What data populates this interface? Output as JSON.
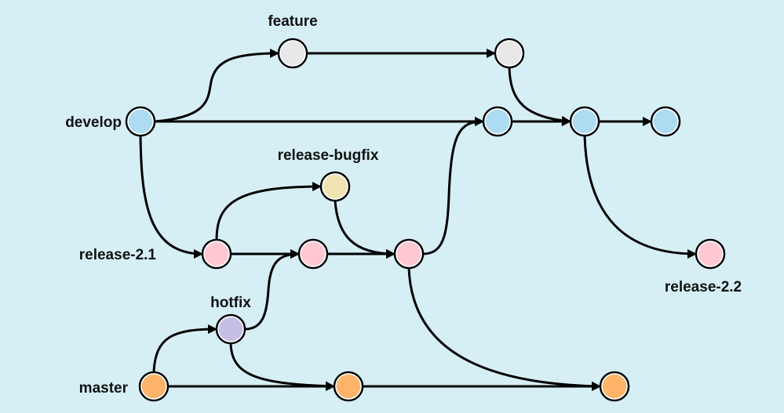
{
  "title": "Git branching model",
  "colors": {
    "background": "#d6eff5",
    "develop": "#addcf2",
    "feature": "#e8e8e8",
    "release": "#ffc8d2",
    "release_bugfix": "#f0e2b2",
    "hotfix": "#c6bfe4",
    "master": "#ffb469"
  },
  "labels": [
    {
      "id": "lbl-develop",
      "text": "develop"
    },
    {
      "id": "lbl-feature",
      "text": "feature"
    },
    {
      "id": "lbl-release-bugfix",
      "text": "release-bugfix"
    },
    {
      "id": "lbl-release-2-1",
      "text": "release-2.1"
    },
    {
      "id": "lbl-release-2-2",
      "text": "release-2.2"
    },
    {
      "id": "lbl-hotfix",
      "text": "hotfix"
    },
    {
      "id": "lbl-master",
      "text": "master"
    }
  ],
  "branches": [
    "develop",
    "feature",
    "release-bugfix",
    "release-2.1",
    "release-2.2",
    "hotfix",
    "master"
  ],
  "commits": [
    {
      "id": "d1",
      "branch": "develop"
    },
    {
      "id": "d2",
      "branch": "develop"
    },
    {
      "id": "d3",
      "branch": "develop"
    },
    {
      "id": "d4",
      "branch": "develop"
    },
    {
      "id": "f1",
      "branch": "feature"
    },
    {
      "id": "f2",
      "branch": "feature"
    },
    {
      "id": "rb1",
      "branch": "release-bugfix"
    },
    {
      "id": "r1",
      "branch": "release-2.1"
    },
    {
      "id": "r2",
      "branch": "release-2.1"
    },
    {
      "id": "r3",
      "branch": "release-2.1"
    },
    {
      "id": "r22",
      "branch": "release-2.2"
    },
    {
      "id": "h1",
      "branch": "hotfix"
    },
    {
      "id": "m1",
      "branch": "master"
    },
    {
      "id": "m2",
      "branch": "master"
    },
    {
      "id": "m3",
      "branch": "master"
    }
  ],
  "edges": [
    {
      "from": "d1",
      "to": "f1"
    },
    {
      "from": "f1",
      "to": "f2"
    },
    {
      "from": "f2",
      "to": "d3"
    },
    {
      "from": "d1",
      "to": "d2"
    },
    {
      "from": "d2",
      "to": "d3"
    },
    {
      "from": "d3",
      "to": "d4"
    },
    {
      "from": "d3",
      "to": "r22"
    },
    {
      "from": "d1",
      "to": "r1"
    },
    {
      "from": "r1",
      "to": "rb1"
    },
    {
      "from": "rb1",
      "to": "r3"
    },
    {
      "from": "r1",
      "to": "r2"
    },
    {
      "from": "r2",
      "to": "r3"
    },
    {
      "from": "r3",
      "to": "d2"
    },
    {
      "from": "r3",
      "to": "m3"
    },
    {
      "from": "m1",
      "to": "h1"
    },
    {
      "from": "h1",
      "to": "r2"
    },
    {
      "from": "h1",
      "to": "m2"
    },
    {
      "from": "m1",
      "to": "m2"
    },
    {
      "from": "m2",
      "to": "m3"
    }
  ]
}
